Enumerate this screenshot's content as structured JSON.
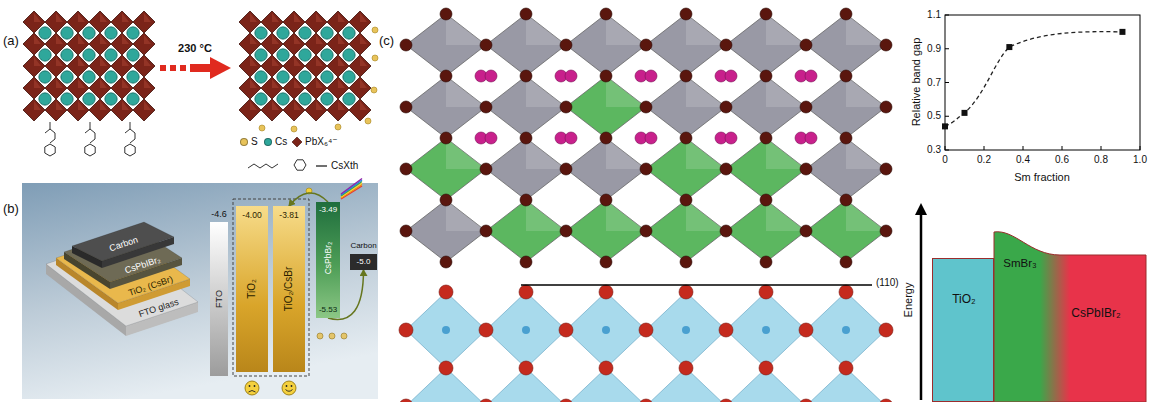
{
  "diagram": {
    "nodes": [
      {
        "text": [
          "Carbon"
        ]
      },
      {
        "text": [
          "CsPbIBr₂"
        ]
      },
      {
        "text": [
          "TiO₂ (CsBr)"
        ]
      },
      {
        "text": [
          "FTO glass"
        ]
      },
      {
        "text": [
          "-4.6",
          "FTO"
        ]
      },
      {
        "text": [
          "-4.00",
          "TiO₂"
        ]
      },
      {
        "text": [
          "-3.81",
          "TiO₂/CsBr"
        ]
      },
      {
        "text": [
          "-3.49",
          "CsPbBr₂",
          "-5.53"
        ]
      },
      {
        "text": [
          "Carbon",
          "-5.0"
        ]
      },
      {
        "text": [
          "TiO₂"
        ]
      },
      {
        "text": [
          "SmBr₃"
        ]
      },
      {
        "text": [
          "CsPbIBr₂"
        ]
      }
    ],
    "edges": [
      {
        "from": 7,
        "to": 6,
        "arrow": "to"
      },
      {
        "from": 7,
        "to": 8,
        "arrow": "to"
      }
    ],
    "labels": [
      "(a)",
      "230 °C",
      "(b)",
      "(c)",
      "(110)",
      "Relative band gap",
      "0.3",
      "0.5",
      "0.7",
      "0.9",
      "1.1",
      "0",
      "0.2",
      "0.4",
      "0.6",
      "0.8",
      "1.0",
      "Sm fraction",
      "Energy"
    ],
    "legend": [
      {
        "text": "S",
        "color": "#e8c35a"
      },
      {
        "text": "Cs",
        "color": "#2fa79b"
      },
      {
        "text": "PbX₆⁴⁻"
      },
      {
        "text": "CsXth"
      }
    ]
  }
}
